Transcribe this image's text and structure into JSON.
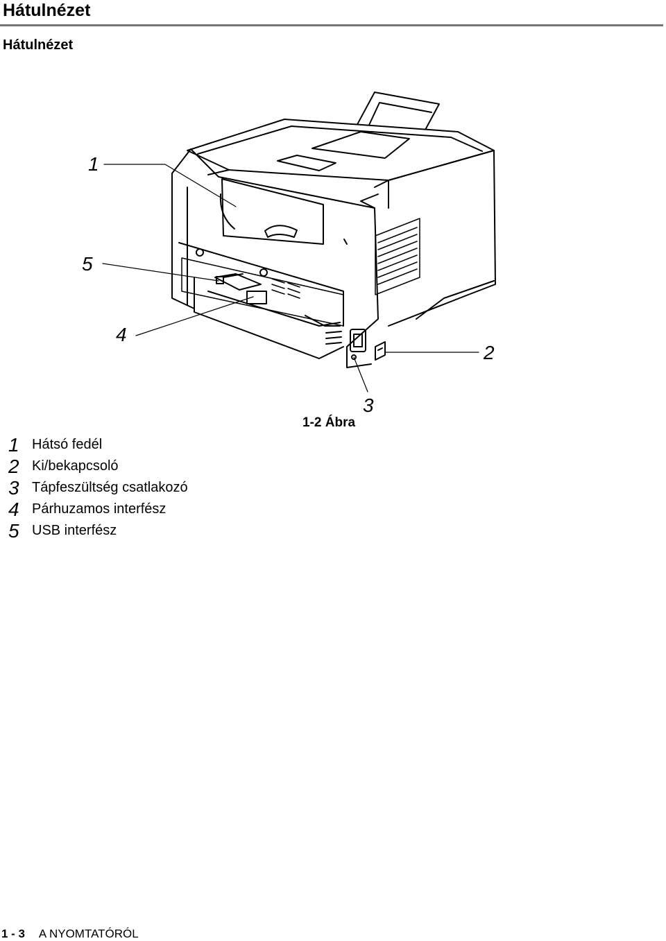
{
  "page": {
    "title": "Hátulnézet",
    "section_title": "Hátulnézet"
  },
  "figure": {
    "caption": "1-2  Ábra",
    "callouts": [
      "1",
      "5",
      "4",
      "2",
      "3"
    ]
  },
  "legend": [
    {
      "num": "1",
      "label": "Hátsó fedél"
    },
    {
      "num": "2",
      "label": "Ki/bekapcsoló"
    },
    {
      "num": "3",
      "label": "Tápfeszültség csatlakozó"
    },
    {
      "num": "4",
      "label": "Párhuzamos interfész"
    },
    {
      "num": "5",
      "label": "USB interfész"
    }
  ],
  "footer": {
    "page_number": "1 - 3",
    "chapter": "A NYOMTATÓRÓL"
  }
}
